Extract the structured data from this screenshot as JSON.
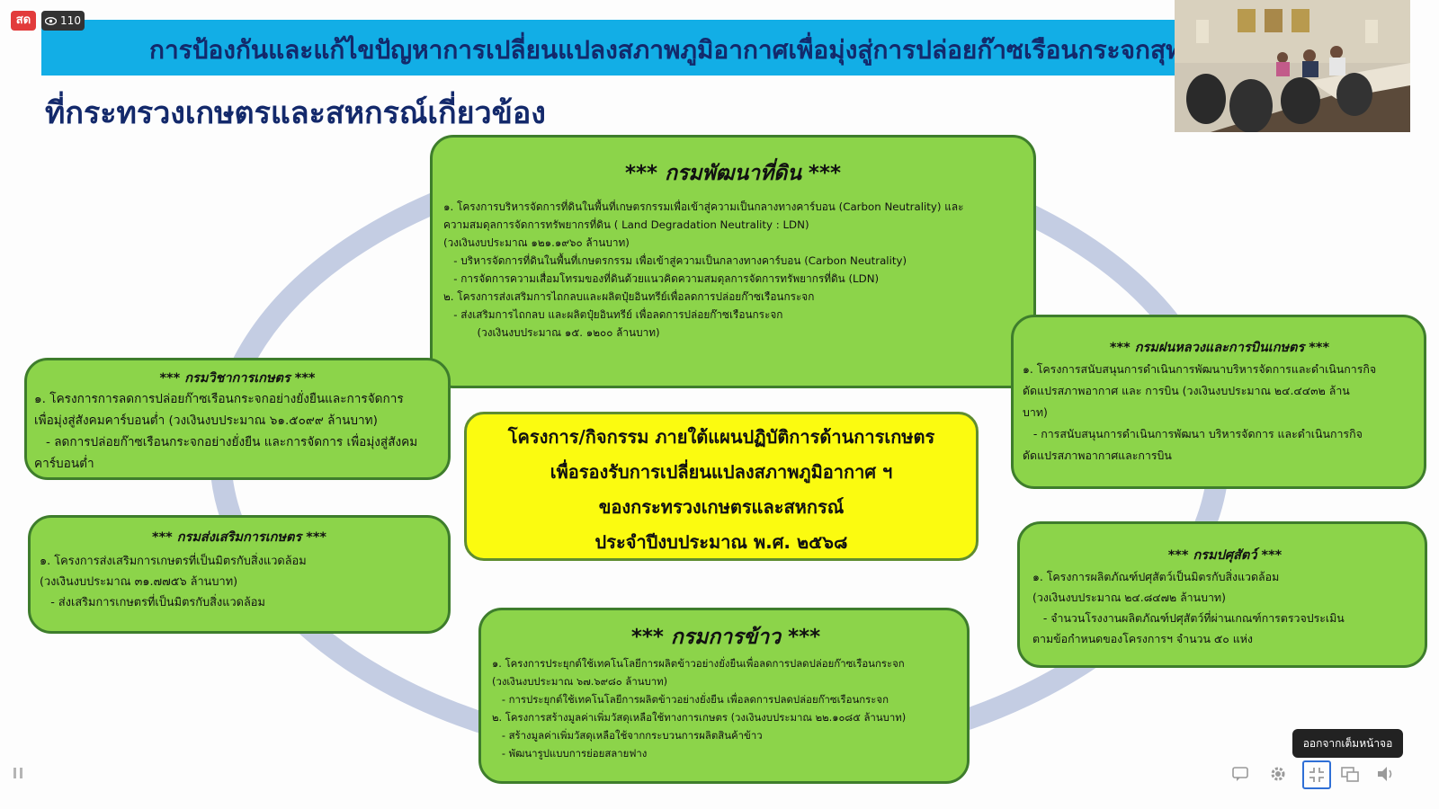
{
  "header": {
    "title": "การป้องกันและแก้ไขปัญหาการเปลี่ยนแปลงสภาพภูมิอากาศเพื่อมุ่งสู่การปล่อยก๊าซเรือนกระจกสุทธิ",
    "subtitle": "ที่กระทรวงเกษตรและสหกรณ์เกี่ยวข้อง"
  },
  "overlay": {
    "live_label": "สด",
    "viewer_count": "110",
    "tooltip": "ออกจากเต็มหน้าจอ"
  },
  "center": {
    "lines": [
      "โครงการ/กิจกรรม ภายใต้แผนปฏิบัติการด้านการเกษตร",
      "เพื่อรองรับการเปลี่ยนแปลงสภาพภูมิอากาศ ฯ",
      "ของกระทรวงเกษตรและสหกรณ์",
      "ประจำปีงบประมาณ พ.ศ. ๒๕๖๘"
    ]
  },
  "boxes": {
    "land": {
      "title": "*** กรมพัฒนาที่ดิน ***",
      "lines": [
        "๑. โครงการบริหารจัดการที่ดินในพื้นที่เกษตรกรรมเพื่อเข้าสู่ความเป็นกลางทางคาร์บอน (Carbon Neutrality) และ",
        "ความสมดุลการจัดการทรัพยากรที่ดิน ( Land Degradation Neutrality : LDN)",
        "(วงเงินงบประมาณ ๑๒๑.๑๙๖๐ ล้านบาท)",
        "   - บริหารจัดการที่ดินในพื้นที่เกษตรกรรม เพื่อเข้าสู่ความเป็นกลางทางคาร์บอน (Carbon Neutrality)",
        "   - การจัดการความเสื่อมโทรมของที่ดินด้วยแนวคิดความสมดุลการจัดการทรัพยากรที่ดิน (LDN)",
        "๒. โครงการส่งเสริมการไถกลบและผลิตปุ๋ยอินทรีย์เพื่อลดการปล่อยก๊าซเรือนกระจก",
        "   - ส่งเสริมการไถกลบ และผลิตปุ๋ยอินทรีย์ เพื่อลดการปล่อยก๊าซเรือนกระจก",
        "          (วงเงินงบประมาณ ๑๕. ๑๒๐๐ ล้านบาท)"
      ]
    },
    "academic": {
      "title": "*** กรมวิชาการเกษตร ***",
      "lines": [
        "๑. โครงการการลดการปล่อยก๊าซเรือนกระจกอย่างยั่งยืนและการจัดการ",
        "เพื่อมุ่งสู่สังคมคาร์บอนต่ำ (วงเงินงบประมาณ ๖๑.๕๐๙๙ ล้านบาท)",
        "   - ลดการปล่อยก๊าซเรือนกระจกอย่างยั่งยืน และการจัดการ เพื่อมุ่งสู่สังคม",
        "คาร์บอนต่ำ"
      ]
    },
    "extension": {
      "title": "*** กรมส่งเสริมการเกษตร ***",
      "lines": [
        "๑. โครงการส่งเสริมการเกษตรที่เป็นมิตรกับสิ่งแวดล้อม",
        "(วงเงินงบประมาณ ๓๑.๗๗๕๖ ล้านบาท)",
        "   - ส่งเสริมการเกษตรที่เป็นมิตรกับสิ่งแวดล้อม"
      ]
    },
    "rain": {
      "title": "*** กรมฝนหลวงและการบินเกษตร ***",
      "lines": [
        "๑. โครงการสนับสนุนการดำเนินการพัฒนาบริหารจัดการและดำเนินการกิจ",
        "ดัดแปรสภาพอากาศ และ การบิน (วงเงินงบประมาณ ๒๔.๔๔๓๒ ล้าน",
        "บาท)",
        "   - การสนับสนุนการดำเนินการพัฒนา บริหารจัดการ และดำเนินการกิจ",
        "ดัดแปรสภาพอากาศและการบิน"
      ]
    },
    "livestock": {
      "title": "*** กรมปศุสัตว์ ***",
      "lines": [
        "๑. โครงการผลิตภัณฑ์ปศุสัตว์เป็นมิตรกับสิ่งแวดล้อม",
        "(วงเงินงบประมาณ ๒๔.๘๔๗๒ ล้านบาท)",
        "   - จำนวนโรงงานผลิตภัณฑ์ปศุสัตว์ที่ผ่านเกณฑ์การตรวจประเมิน",
        "ตามข้อกำหนดของโครงการฯ จำนวน ๕๐ แห่ง"
      ]
    },
    "rice": {
      "title": "*** กรมการข้าว ***",
      "lines": [
        "๑. โครงการประยุกต์ใช้เทคโนโลยีการผลิตข้าวอย่างยั่งยืนเพื่อลดการปลดปล่อยก๊าซเรือนกระจก",
        "(วงเงินงบประมาณ ๖๗.๖๙๘๐ ล้านบาท)",
        "   - การประยุกต์ใช้เทคโนโลยีการผลิตข้าวอย่างยั่งยืน เพื่อลดการปลดปล่อยก๊าซเรือนกระจก",
        "๒. โครงการสร้างมูลค่าเพิ่มวัสดุเหลือใช้ทางการเกษตร (วงเงินงบประมาณ ๒๒.๑๐๘๕ ล้านบาท)",
        "   - สร้างมูลค่าเพิ่มวัสดุเหลือใช้จากกระบวนการผลิตสินค้าข้าว",
        "   - พัฒนารูปแบบการย่อยสลายฟาง"
      ]
    }
  },
  "colors": {
    "title_band": "#12aee6",
    "title_text": "#13296b",
    "box_green": "#8cd44a",
    "box_border": "#3e7d2c",
    "center_yellow": "#fbfb10",
    "ring": "#c4cde3"
  },
  "icons": [
    "eye-icon",
    "pause-icon",
    "chat-icon",
    "gear-icon",
    "exit-fullscreen-icon",
    "window-icon",
    "volume-icon"
  ]
}
